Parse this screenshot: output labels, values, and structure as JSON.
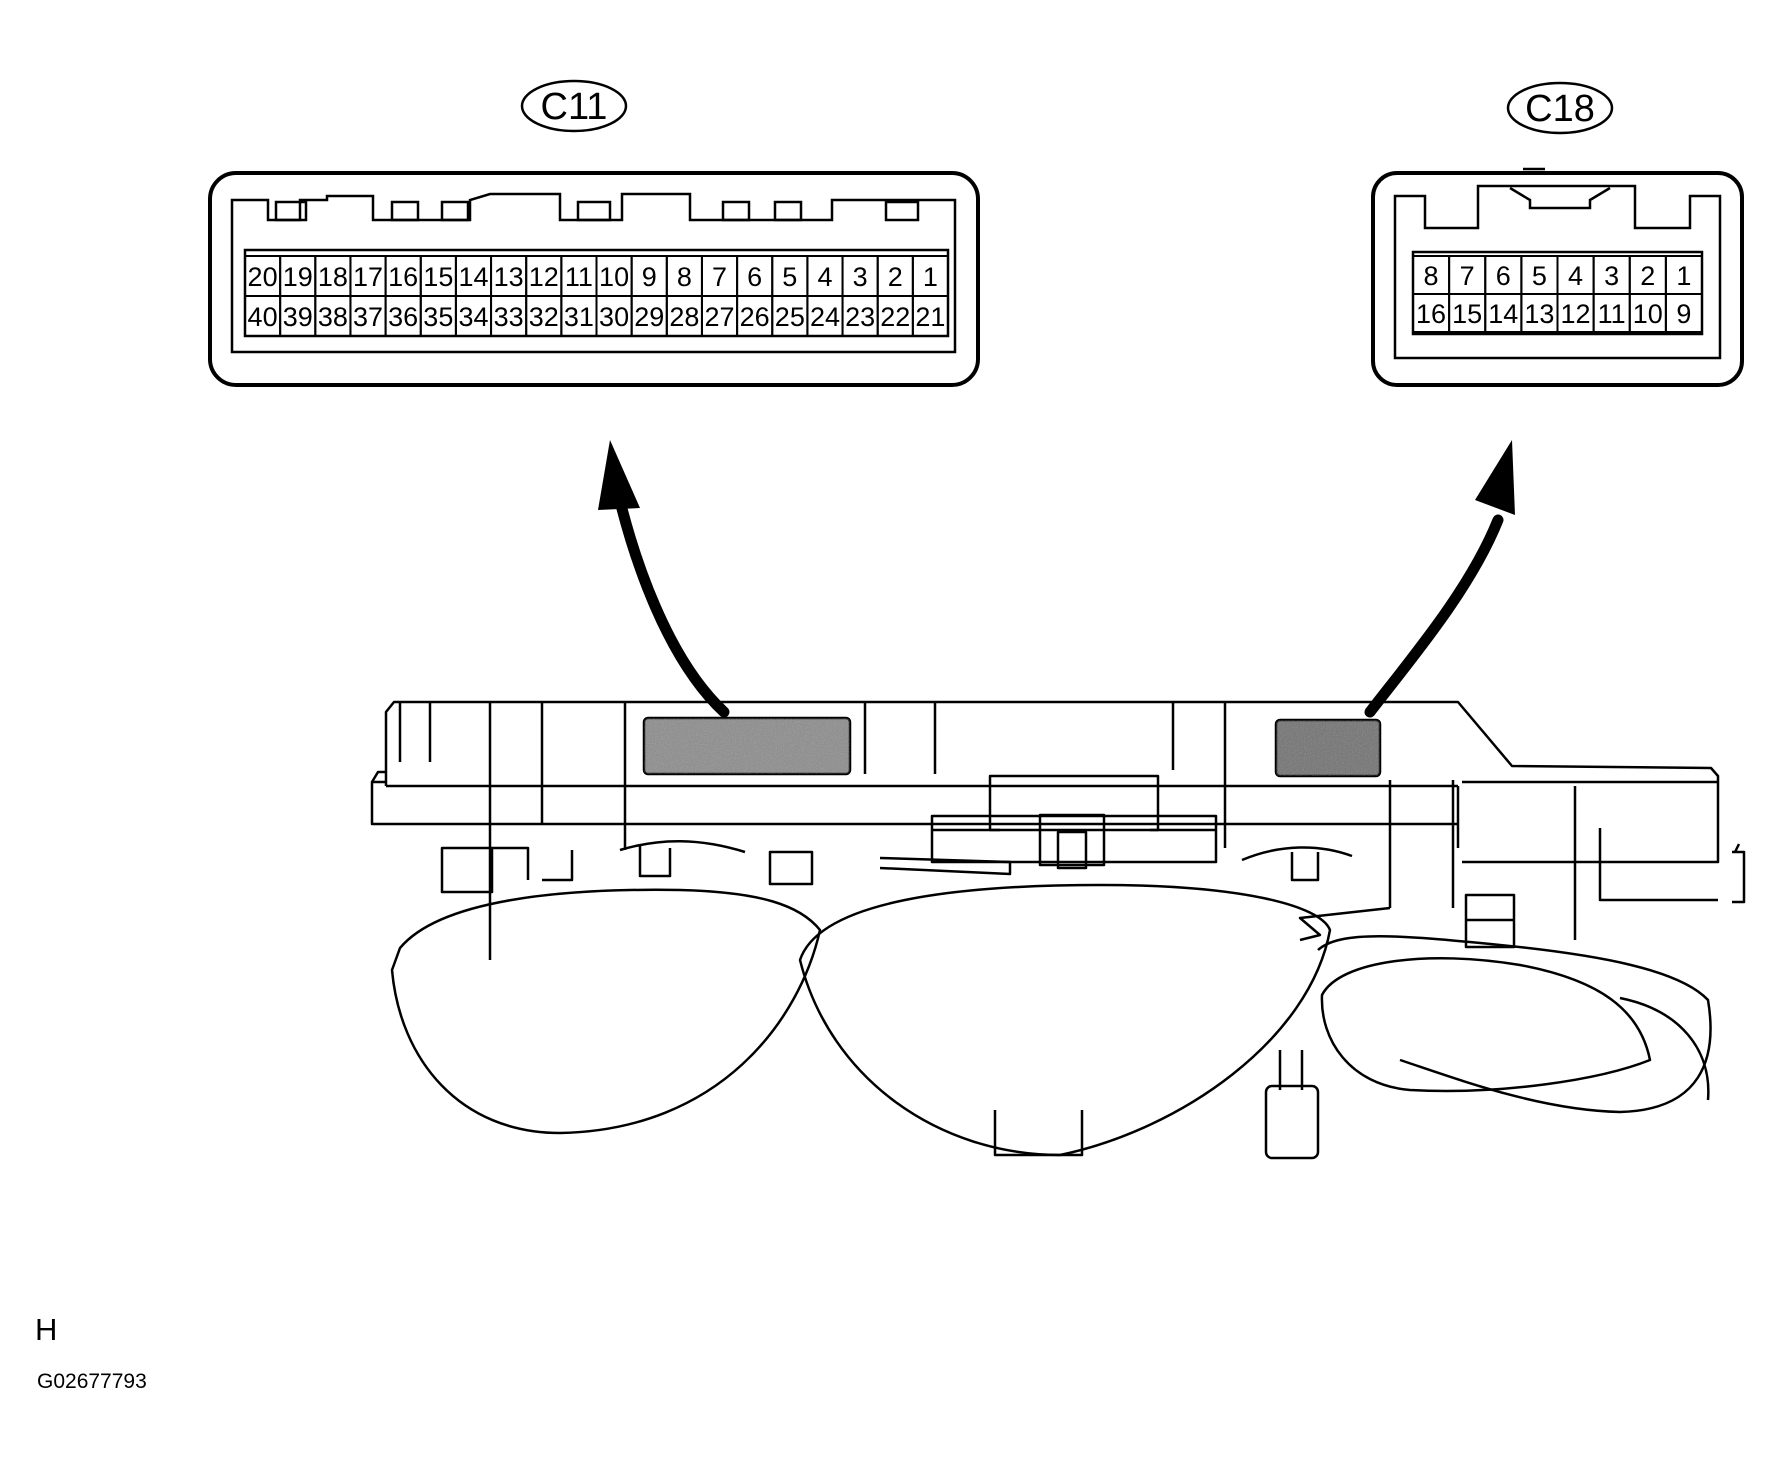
{
  "connectors": [
    {
      "label": "C11",
      "top_row": [
        "20",
        "19",
        "18",
        "17",
        "16",
        "15",
        "14",
        "13",
        "12",
        "11",
        "10",
        "9",
        "8",
        "7",
        "6",
        "5",
        "4",
        "3",
        "2",
        "1"
      ],
      "bottom_row": [
        "40",
        "39",
        "38",
        "37",
        "36",
        "35",
        "34",
        "33",
        "32",
        "31",
        "30",
        "29",
        "28",
        "27",
        "26",
        "25",
        "24",
        "23",
        "22",
        "21"
      ]
    },
    {
      "label": "C18",
      "top_row": [
        "8",
        "7",
        "6",
        "5",
        "4",
        "3",
        "2",
        "1"
      ],
      "bottom_row": [
        "16",
        "15",
        "14",
        "13",
        "12",
        "11",
        "10",
        "9"
      ]
    }
  ],
  "footer": {
    "letter": "H",
    "code": "G02677793"
  },
  "colors": {
    "line": "#000000",
    "connector_shade": "#8a8a8a"
  }
}
